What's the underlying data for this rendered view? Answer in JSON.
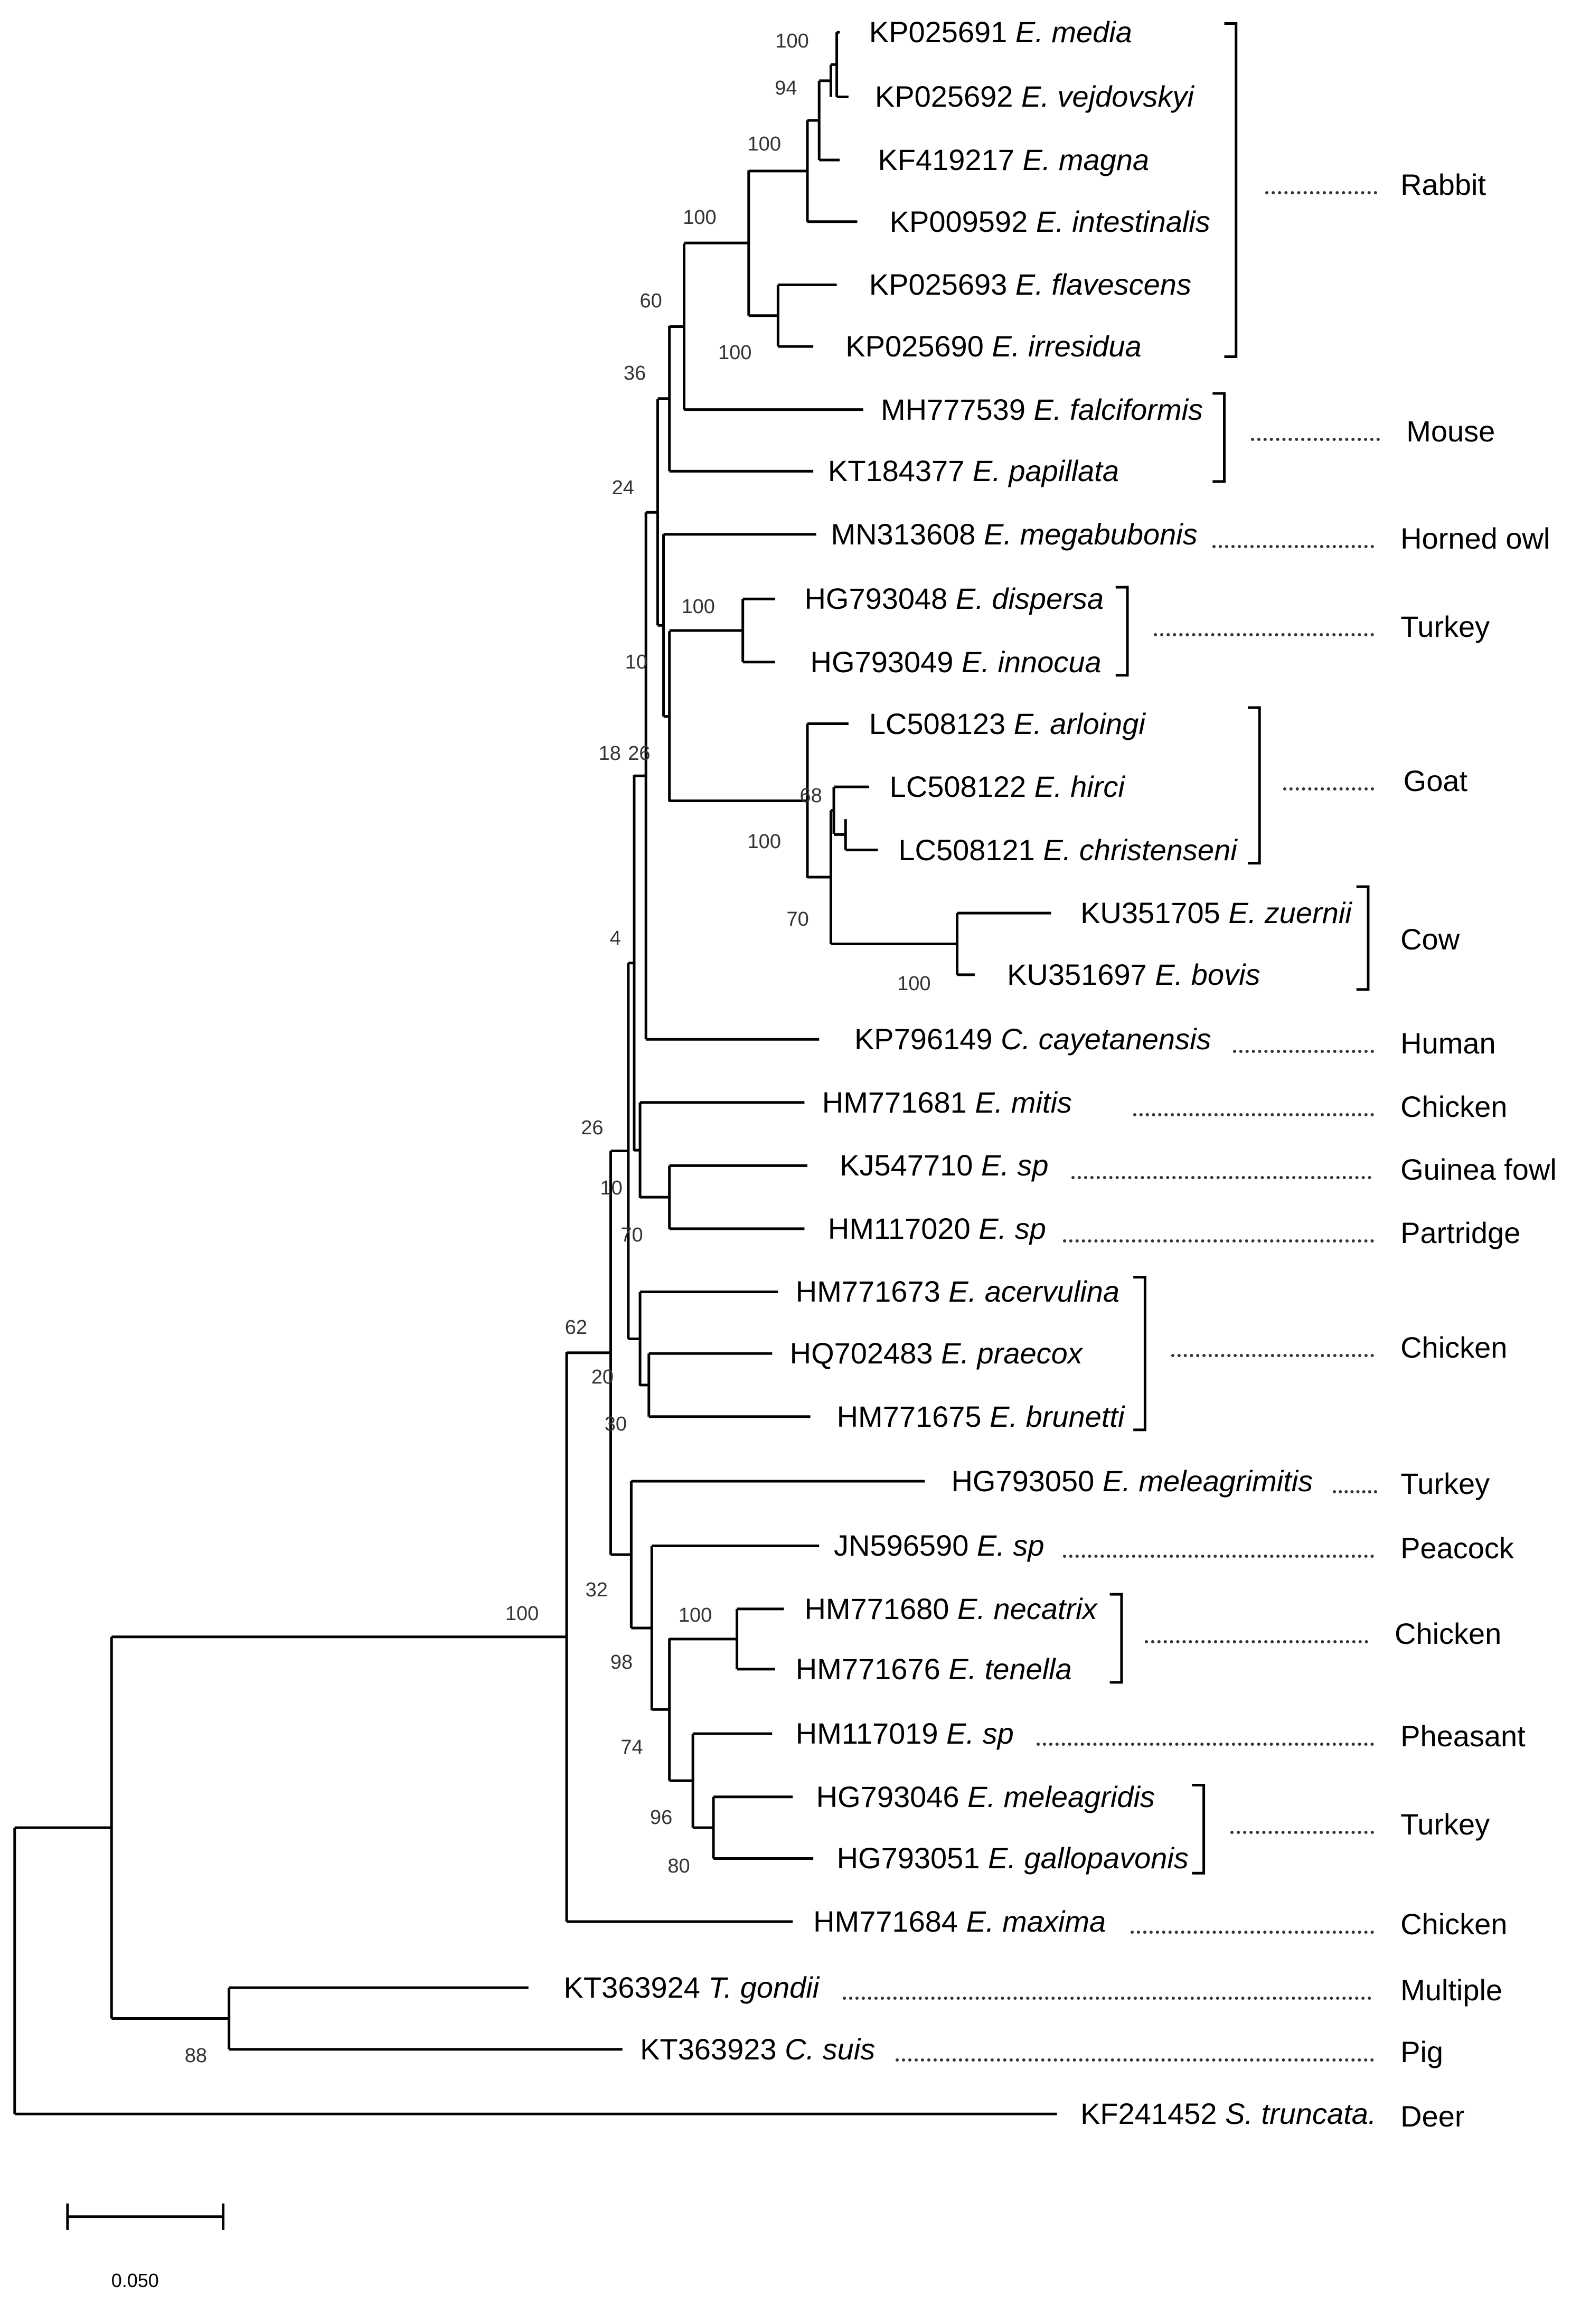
{
  "chart_data": {
    "type": "phylogenetic_tree",
    "leaves": [
      {
        "id": "KP025691",
        "accession": "KP025691",
        "species": "E. media"
      },
      {
        "id": "KP025692",
        "accession": "KP025692",
        "species": "E. vejdovskyi"
      },
      {
        "id": "KF419217",
        "accession": "KF419217",
        "species": "E. magna"
      },
      {
        "id": "KP009592",
        "accession": "KP009592",
        "species": "E. intestinalis"
      },
      {
        "id": "KP025693",
        "accession": "KP025693",
        "species": "E. flavescens"
      },
      {
        "id": "KP025690",
        "accession": "KP025690",
        "species": "E. irresidua"
      },
      {
        "id": "MH777539",
        "accession": "MH777539",
        "species": "E. falciformis"
      },
      {
        "id": "KT184377",
        "accession": "KT184377",
        "species": "E. papillata"
      },
      {
        "id": "MN313608",
        "accession": "MN313608",
        "species": "E. megabubonis"
      },
      {
        "id": "HG793048",
        "accession": "HG793048",
        "species": "E. dispersa"
      },
      {
        "id": "HG793049",
        "accession": "HG793049",
        "species": "E. innocua"
      },
      {
        "id": "LC508123",
        "accession": "LC508123",
        "species": "E. arloingi"
      },
      {
        "id": "LC508122",
        "accession": "LC508122",
        "species": "E. hirci"
      },
      {
        "id": "LC508121",
        "accession": "LC508121",
        "species": "E. christenseni"
      },
      {
        "id": "KU351705",
        "accession": "KU351705",
        "species": "E. zuernii"
      },
      {
        "id": "KU351697",
        "accession": "KU351697",
        "species": "E. bovis"
      },
      {
        "id": "KP796149",
        "accession": "KP796149",
        "species": "C. cayetanensis"
      },
      {
        "id": "HM771681",
        "accession": "HM771681",
        "species": "E. mitis"
      },
      {
        "id": "KJ547710",
        "accession": "KJ547710",
        "species": "E. sp"
      },
      {
        "id": "HM117020",
        "accession": "HM117020",
        "species": "E. sp"
      },
      {
        "id": "HM771673",
        "accession": "HM771673",
        "species": "E. acervulina"
      },
      {
        "id": "HQ702483",
        "accession": "HQ702483",
        "species": "E. praecox"
      },
      {
        "id": "HM771675",
        "accession": "HM771675",
        "species": "E. brunetti"
      },
      {
        "id": "HG793050",
        "accession": "HG793050",
        "species": "E. meleagrimitis"
      },
      {
        "id": "JN596590",
        "accession": "JN596590",
        "species": "E. sp"
      },
      {
        "id": "HM771680",
        "accession": "HM771680",
        "species": "E. necatrix"
      },
      {
        "id": "HM771676",
        "accession": "HM771676",
        "species": "E. tenella"
      },
      {
        "id": "HM117019",
        "accession": "HM117019",
        "species": "E. sp"
      },
      {
        "id": "HG793046",
        "accession": "HG793046",
        "species": "E. meleagridis"
      },
      {
        "id": "HG793051",
        "accession": "HG793051",
        "species": "E. gallopavonis"
      },
      {
        "id": "HM771684",
        "accession": "HM771684",
        "species": "E. maxima"
      },
      {
        "id": "KT363924",
        "accession": "KT363924",
        "species": "T. gondii"
      },
      {
        "id": "KT363923",
        "accession": "KT363923",
        "species": "C. suis"
      },
      {
        "id": "KF241452",
        "accession": "KF241452",
        "species": "S. truncata."
      }
    ],
    "bootstrap_values": [
      {
        "id": "bs-media-vejd",
        "value": "100"
      },
      {
        "id": "bs-94",
        "value": "94"
      },
      {
        "id": "bs-magna",
        "value": "100"
      },
      {
        "id": "bs-flav-irr",
        "value": "100"
      },
      {
        "id": "bs-rabbit",
        "value": "100"
      },
      {
        "id": "bs-60",
        "value": "60"
      },
      {
        "id": "bs-36",
        "value": "36"
      },
      {
        "id": "bs-24",
        "value": "24"
      },
      {
        "id": "bs-turkey",
        "value": "100"
      },
      {
        "id": "bs-10a",
        "value": "10"
      },
      {
        "id": "bs-18",
        "value": "18"
      },
      {
        "id": "bs-26a",
        "value": "26"
      },
      {
        "id": "bs-68",
        "value": "68"
      },
      {
        "id": "bs-goatcow",
        "value": "100"
      },
      {
        "id": "bs-70a",
        "value": "70"
      },
      {
        "id": "bs-cow",
        "value": "100"
      },
      {
        "id": "bs-4",
        "value": "4"
      },
      {
        "id": "bs-26b",
        "value": "26"
      },
      {
        "id": "bs-10b",
        "value": "10"
      },
      {
        "id": "bs-70b",
        "value": "70"
      },
      {
        "id": "bs-62",
        "value": "62"
      },
      {
        "id": "bs-20",
        "value": "20"
      },
      {
        "id": "bs-30",
        "value": "30"
      },
      {
        "id": "bs-32",
        "value": "32"
      },
      {
        "id": "bs-nectan",
        "value": "100"
      },
      {
        "id": "bs-98",
        "value": "98"
      },
      {
        "id": "bs-74",
        "value": "74"
      },
      {
        "id": "bs-96",
        "value": "96"
      },
      {
        "id": "bs-80",
        "value": "80"
      },
      {
        "id": "bs-root",
        "value": "100"
      },
      {
        "id": "bs-88",
        "value": "88"
      }
    ],
    "host_groups": [
      {
        "id": "g-rabbit",
        "host": "Rabbit"
      },
      {
        "id": "g-mouse",
        "host": "Mouse"
      },
      {
        "id": "g-owl",
        "host": "Horned owl"
      },
      {
        "id": "g-turkey1",
        "host": "Turkey"
      },
      {
        "id": "g-goat",
        "host": "Goat"
      },
      {
        "id": "g-cow",
        "host": "Cow"
      },
      {
        "id": "g-human",
        "host": "Human"
      },
      {
        "id": "g-chicken1",
        "host": "Chicken"
      },
      {
        "id": "g-guinea",
        "host": "Guinea fowl"
      },
      {
        "id": "g-partridge",
        "host": "Partridge"
      },
      {
        "id": "g-chicken2",
        "host": "Chicken"
      },
      {
        "id": "g-turkey2",
        "host": "Turkey"
      },
      {
        "id": "g-peacock",
        "host": "Peacock"
      },
      {
        "id": "g-chicken3",
        "host": "Chicken"
      },
      {
        "id": "g-pheasant",
        "host": "Pheasant"
      },
      {
        "id": "g-turkey3",
        "host": "Turkey"
      },
      {
        "id": "g-chicken4",
        "host": "Chicken"
      },
      {
        "id": "g-multiple",
        "host": "Multiple"
      },
      {
        "id": "g-pig",
        "host": "Pig"
      },
      {
        "id": "g-deer",
        "host": "Deer"
      }
    ],
    "scale_bar": {
      "label": "0.050",
      "value": 0.05
    }
  }
}
